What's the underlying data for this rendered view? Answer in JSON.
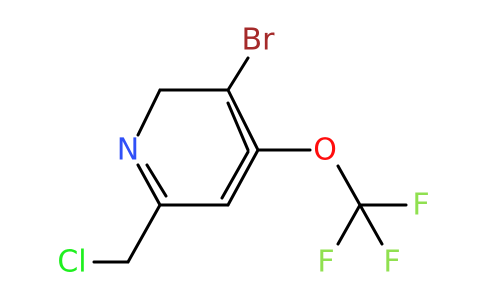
{
  "molecule": {
    "atoms": [
      {
        "id": "br",
        "label": "Br",
        "color": "#a52a2a"
      },
      {
        "id": "n",
        "label": "N",
        "color": "#3050f8"
      },
      {
        "id": "o",
        "label": "O",
        "color": "#ff0d0d"
      },
      {
        "id": "cl",
        "label": "Cl",
        "color": "#1ff01f"
      },
      {
        "id": "f1",
        "label": "F",
        "color": "#90e050"
      },
      {
        "id": "f2",
        "label": "F",
        "color": "#90e050"
      },
      {
        "id": "f3",
        "label": "F",
        "color": "#90e050"
      }
    ]
  }
}
